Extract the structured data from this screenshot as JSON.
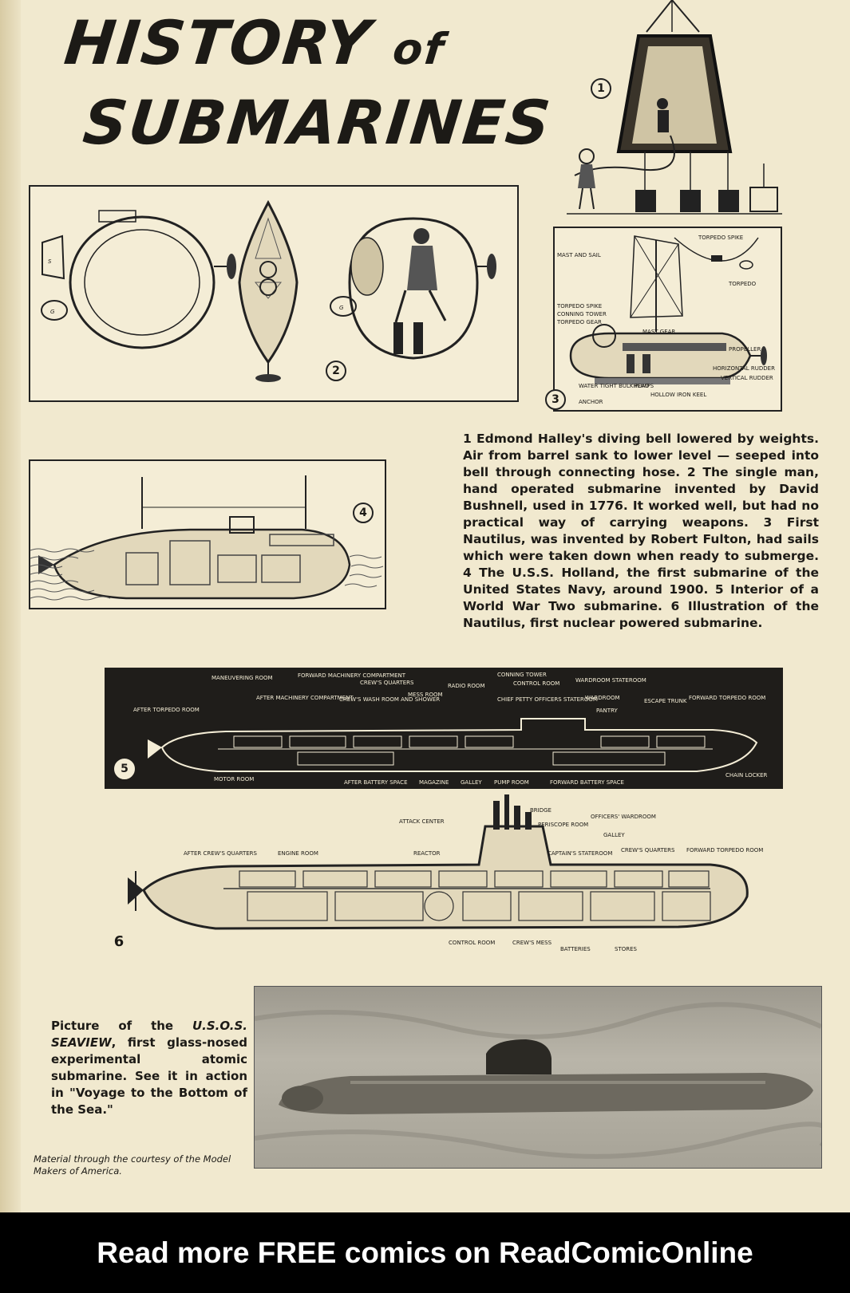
{
  "title": {
    "line1": "HISTORY",
    "of": "of",
    "line2": "SUBMARINES"
  },
  "figures": {
    "fig1": {
      "number": "1"
    },
    "fig2": {
      "number": "2"
    },
    "fig3": {
      "number": "3",
      "labels": {
        "mast_and_sail": "MAST AND SAIL",
        "torpedo_spike_top": "TORPEDO SPIKE",
        "torpedo": "TORPEDO",
        "torpedo_spike": "TORPEDO SPIKE",
        "conning_tower": "CONNING TOWER",
        "torpedo_gear": "TORPEDO GEAR",
        "mast_gear": "MAST GEAR",
        "propeller": "PROPELLER",
        "horizontal_rudder": "HORIZONTAL RUDDER",
        "vertical_rudder": "VERTICAL RUDDER",
        "water_tight_bulkhead": "WATER TIGHT BULKHEAD",
        "pumps": "PUMPS",
        "hollow_iron_keel": "HOLLOW IRON KEEL",
        "anchor": "ANCHOR"
      }
    },
    "fig4": {
      "number": "4"
    },
    "fig5": {
      "number": "5",
      "labels": {
        "maneuvering_room": "MANEUVERING ROOM",
        "forward_machinery": "FORWARD MACHINERY COMPARTMENT",
        "crews_quarters": "CREW'S QUARTERS",
        "radio_room": "RADIO ROOM",
        "conning_tower": "CONNING TOWER",
        "control_room": "CONTROL ROOM",
        "wardroom_stateroom": "WARDROOM STATEROOM",
        "after_torpedo_room": "AFTER TORPEDO ROOM",
        "after_machinery": "AFTER MACHINERY COMPARTMENT",
        "crews_wash_room": "CREW'S WASH ROOM AND SHOWER",
        "mess_room": "MESS ROOM",
        "chief_petty_officers": "CHIEF PETTY OFFICERS STATEROOM",
        "wardroom": "WARDROOM",
        "pantry": "PANTRY",
        "escape_trunk": "ESCAPE TRUNK",
        "forward_torpedo_room": "FORWARD TORPEDO ROOM",
        "motor_room": "MOTOR ROOM",
        "after_battery_space": "AFTER BATTERY SPACE",
        "magazine": "MAGAZINE",
        "galley": "GALLEY",
        "pump_room": "PUMP ROOM",
        "forward_battery_space": "FORWARD BATTERY SPACE",
        "chain_locker": "CHAIN LOCKER"
      }
    },
    "fig6": {
      "number": "6",
      "labels": {
        "attack_center": "ATTACK CENTER",
        "bridge": "BRIDGE",
        "periscope_room": "PERISCOPE ROOM",
        "officers_wardroom": "OFFICERS' WARDROOM",
        "galley": "GALLEY",
        "after_crews_quarters": "AFTER CREW'S QUARTERS",
        "engine_room": "ENGINE ROOM",
        "reactor": "REACTOR",
        "captains_stateroom": "CAPTAIN'S STATEROOM",
        "crews_quarters": "CREW'S QUARTERS",
        "forward_torpedo_room": "FORWARD TORPEDO ROOM",
        "control_room": "CONTROL ROOM",
        "crews_mess": "CREW'S MESS",
        "batteries": "BATTERIES",
        "stores": "STORES"
      }
    }
  },
  "description": "1 Edmond Halley's diving bell lowered by weights. Air from barrel sank to lower level — seeped into bell through connecting hose. 2 The single man, hand operated submarine invented by David Bushnell, used in 1776. It worked well, but had no practical way of carrying weapons. 3 First Nautilus, was invented by Robert Fulton, had sails which were taken down when ready to submerge. 4 The U.S.S. Holland, the first submarine of the United States Navy, around 1900. 5 Interior of a World War Two submarine. 6 Illustration of the Nautilus, first nuclear powered submarine.",
  "photo_caption": {
    "part1": "Picture of the ",
    "ship": "U.S.O.S. SEAVIEW",
    "part2": ", first glass-nosed experimental atomic submarine. See it in action in \"Voyage to the Bottom of the Sea.\""
  },
  "credit": "Material through the courtesy of the Model Makers of America.",
  "banner": "Read more FREE comics on ReadComicOnline"
}
